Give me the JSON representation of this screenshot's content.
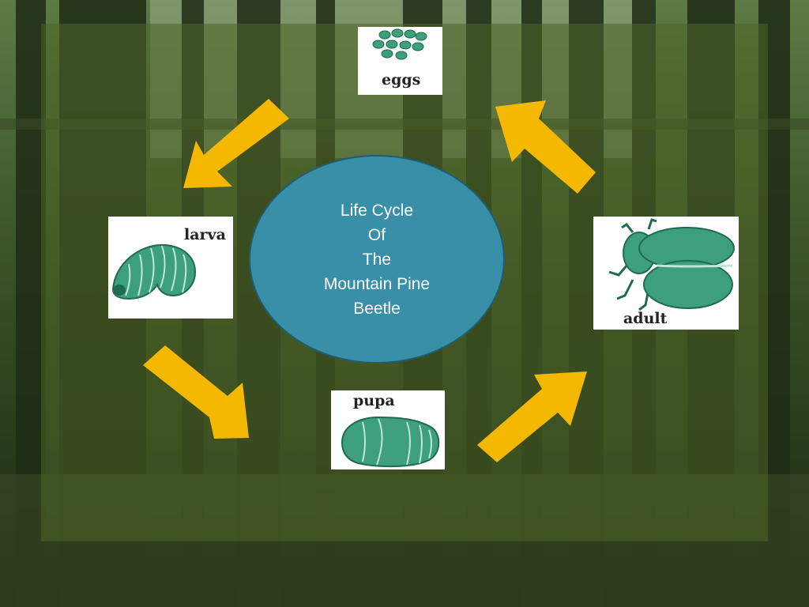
{
  "center": {
    "title": "Life Cycle\nOf\nThe\nMountain Pine\nBeetle",
    "color": "#3a8fa8"
  },
  "stages": {
    "eggs": "eggs",
    "larva": "larva",
    "pupa": "pupa",
    "adult": "adult"
  },
  "colors": {
    "arrow": "#f5b800",
    "insect": "#3e9f7c",
    "card": "#ffffff"
  }
}
